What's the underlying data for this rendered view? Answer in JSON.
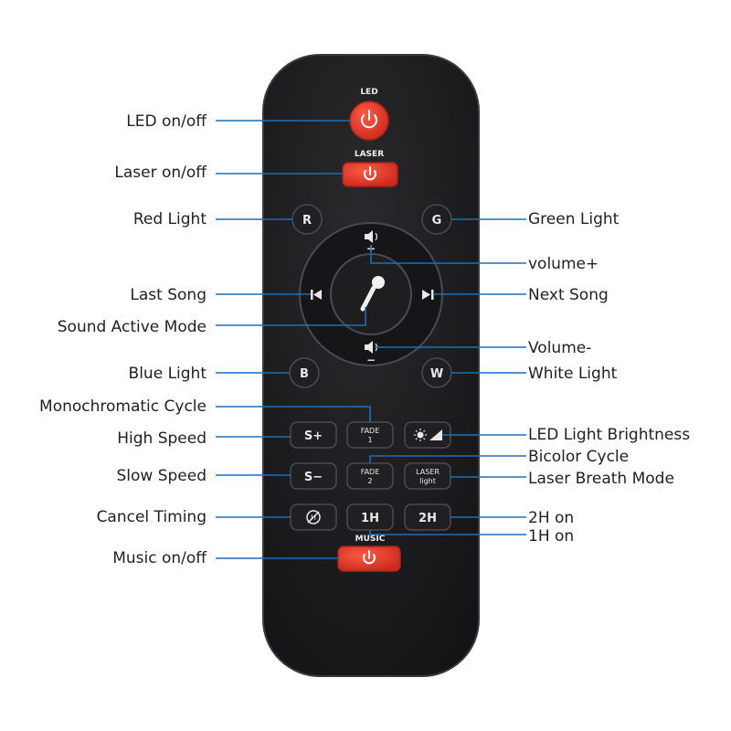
{
  "remote": {
    "led_label": "LED",
    "laser_label": "LASER",
    "music_label": "MUSIC",
    "buttons": {
      "red": "R",
      "green": "G",
      "blue": "B",
      "white": "W",
      "speed_up": "S+",
      "speed_down": "S−",
      "fade1_top": "FADE",
      "fade1_bottom": "1",
      "fade2_top": "FADE",
      "fade2_bottom": "2",
      "laser_light_top": "LASER",
      "laser_light_bottom": "light",
      "one_hour": "1H",
      "two_hour": "2H",
      "volume_up_sign": "+",
      "volume_down_sign": "−"
    },
    "colors": {
      "body": "#1b1b1d",
      "power_red": "#e23a2c",
      "callout_blue": "#1f6fb5"
    },
    "icons": [
      "power-icon",
      "speaker-icon",
      "previous-track-icon",
      "next-track-icon",
      "microphone-icon",
      "timer-cancel-icon",
      "brightness-icon"
    ]
  },
  "callouts": {
    "led_onoff": "LED on/off",
    "laser_onoff": "Laser on/off",
    "red_light": "Red Light",
    "green_light": "Green Light",
    "volume_up": "volume+",
    "last_song": "Last Song",
    "next_song": "Next Song",
    "sound_active": "Sound Active Mode",
    "volume_down": "Volume-",
    "blue_light": "Blue Light",
    "white_light": "White Light",
    "mono_cycle": "Monochromatic Cycle",
    "high_speed": "High Speed",
    "led_brightness": "LED Light Brightness",
    "bicolor_cycle": "Bicolor Cycle",
    "slow_speed": "Slow Speed",
    "laser_breath": "Laser Breath Mode",
    "cancel_timing": "Cancel Timing",
    "two_h_on": "2H on",
    "one_h_on": "1H on",
    "music_onoff": "Music on/off"
  }
}
